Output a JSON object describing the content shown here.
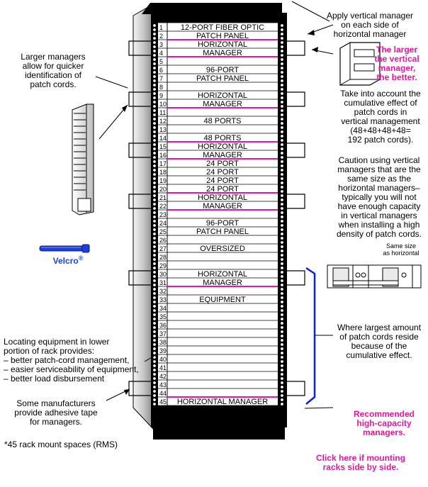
{
  "rack": {
    "row_numbers": [
      "1",
      "2",
      "3",
      "4",
      "5",
      "6",
      "7",
      "8",
      "9",
      "10",
      "11",
      "12",
      "13",
      "14",
      "15",
      "16",
      "17",
      "18",
      "19",
      "20",
      "21",
      "22",
      "23",
      "24",
      "25",
      "26",
      "27",
      "28",
      "29",
      "30",
      "31",
      "32",
      "33",
      "34",
      "35",
      "36",
      "37",
      "38",
      "39",
      "40",
      "41",
      "42",
      "43",
      "44",
      "45"
    ],
    "labels": [
      {
        "row": 1,
        "text": "12-PORT FIBER OPTIC"
      },
      {
        "row": 2,
        "text": "PATCH PANEL"
      },
      {
        "row": 3,
        "text": "HORIZONTAL"
      },
      {
        "row": 4,
        "text": "MANAGER"
      },
      {
        "row": 6,
        "text": "96-PORT"
      },
      {
        "row": 7,
        "text": "PATCH PANEL"
      },
      {
        "row": 9,
        "text": "HORIZONTAL"
      },
      {
        "row": 10,
        "text": "MANAGER"
      },
      {
        "row": 12,
        "text": "48 PORTS"
      },
      {
        "row": 14,
        "text": "48 PORTS"
      },
      {
        "row": 15,
        "text": "HORIZONTAL"
      },
      {
        "row": 16,
        "text": "MANAGER"
      },
      {
        "row": 17,
        "text": "24 PORT"
      },
      {
        "row": 18,
        "text": "24 PORT"
      },
      {
        "row": 19,
        "text": "24 PORT"
      },
      {
        "row": 20,
        "text": "24 PORT"
      },
      {
        "row": 21,
        "text": "HORIZONTAL"
      },
      {
        "row": 22,
        "text": "MANAGER"
      },
      {
        "row": 24,
        "text": "96-PORT"
      },
      {
        "row": 25,
        "text": "PATCH PANEL"
      },
      {
        "row": 27,
        "text": "OVERSIZED"
      },
      {
        "row": 30,
        "text": "HORIZONTAL"
      },
      {
        "row": 31,
        "text": "MANAGER"
      },
      {
        "row": 33,
        "text": "EQUIPMENT"
      },
      {
        "row": 45,
        "text": "HORIZONTAL MANAGER"
      }
    ],
    "magenta_lines_after_rows": [
      2,
      4,
      10,
      14,
      16,
      20,
      22,
      31,
      44
    ],
    "accent_color": "#e0199f",
    "velcro_color": "#1d3fd8",
    "bracket_color": "#1020e0"
  },
  "notes": {
    "apply_vertical": [
      "Apply vertical manager",
      "on each side of",
      "horizontal manager"
    ],
    "larger_vertical": [
      "The larger",
      "the vertical",
      "manager,",
      "the better."
    ],
    "cumulative": [
      "Take into account the",
      "cumulative effect of",
      "patch cords in",
      "vertical management",
      "(48+48+48+48=",
      "192 patch cords)."
    ],
    "caution": [
      "Caution using vertical",
      "managers that are the",
      "same size as the",
      "horizontal managers–",
      "typically you will not",
      "have enough capacity",
      "in vertical managers",
      "when installing a high",
      "density of patch cords."
    ],
    "same_size": [
      "Same size",
      "as horizontal"
    ],
    "where_largest": [
      "Where largest amount",
      "of patch cords reside",
      "because of the",
      "cumulative effect."
    ],
    "recommended": [
      "Recommended",
      "high-capacity",
      "managers."
    ],
    "click_here": [
      "Click here if mounting",
      "racks side by side."
    ],
    "larger_managers": [
      "Larger managers",
      "allow for quicker",
      "identification of",
      "patch cords."
    ],
    "velcro": "Velcro",
    "velcro_mark": "®",
    "locating": [
      "Locating equipment in lower",
      "portion of rack provides:",
      "– better patch-cord management,",
      "– easier serviceability of equipment,",
      "– better load disbursement"
    ],
    "adhesive": [
      "Some manufacturers",
      "provide adhesive tape",
      "for managers."
    ],
    "rms": "*45 rack mount spaces (RMS)"
  }
}
